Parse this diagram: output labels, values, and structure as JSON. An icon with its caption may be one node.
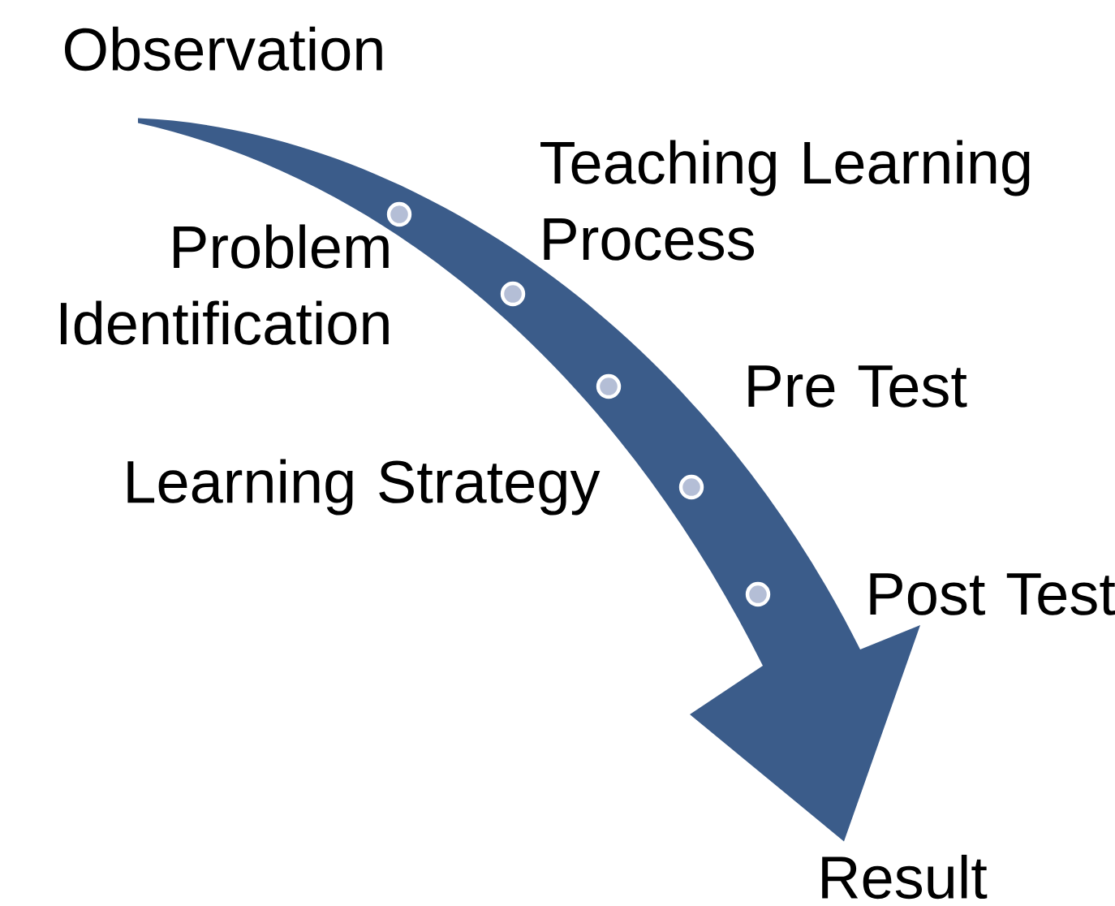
{
  "diagram": {
    "nodes": [
      {
        "text": [
          "Observation"
        ]
      },
      {
        "text": [],
        "shape": "circle",
        "beside": [
          "Problem Identification"
        ]
      },
      {
        "text": [],
        "shape": "circle",
        "beside": [
          "Teaching Learning Process"
        ]
      },
      {
        "text": [],
        "shape": "circle",
        "beside": [
          "Pre Test"
        ]
      },
      {
        "text": [],
        "shape": "circle",
        "beside": [
          "Learning Strategy"
        ]
      },
      {
        "text": [],
        "shape": "circle",
        "beside": [
          "Post Test"
        ]
      },
      {
        "text": [
          "Result"
        ]
      }
    ],
    "edges": [
      {
        "from": 0,
        "to": 6,
        "arrow": "to"
      }
    ]
  }
}
